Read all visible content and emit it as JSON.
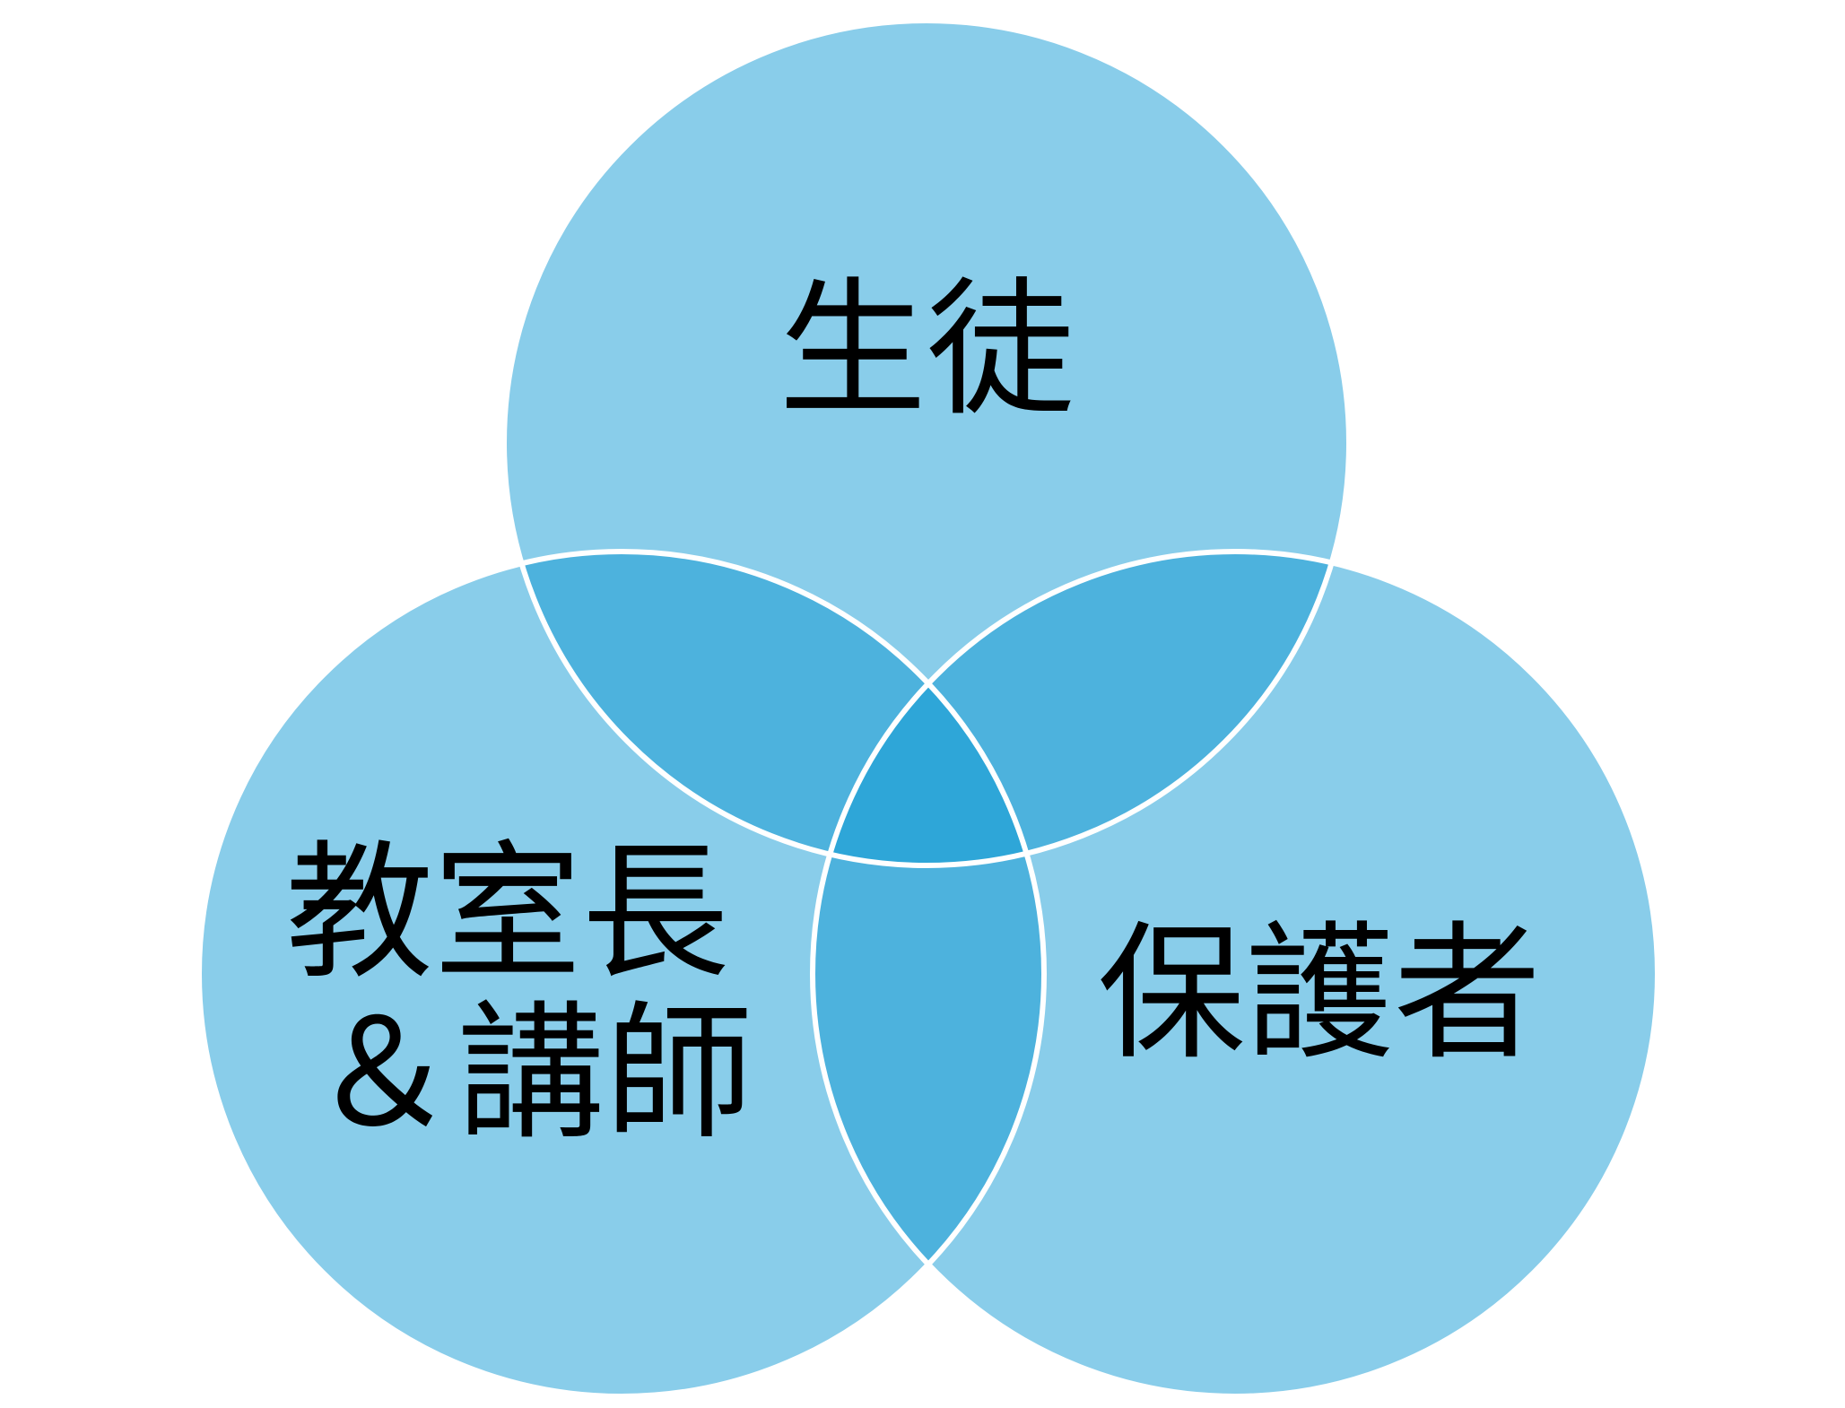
{
  "diagram": {
    "type": "venn",
    "colors": {
      "single": "#89CDEA",
      "pair": "#4DB2DD",
      "triple": "#2EA6D8",
      "outline": "#FFFFFF"
    },
    "sets": [
      {
        "id": "top",
        "lines": [
          "生徒"
        ]
      },
      {
        "id": "left",
        "lines": [
          "教室長",
          "＆講師"
        ]
      },
      {
        "id": "right",
        "lines": [
          "保護者"
        ]
      }
    ]
  }
}
